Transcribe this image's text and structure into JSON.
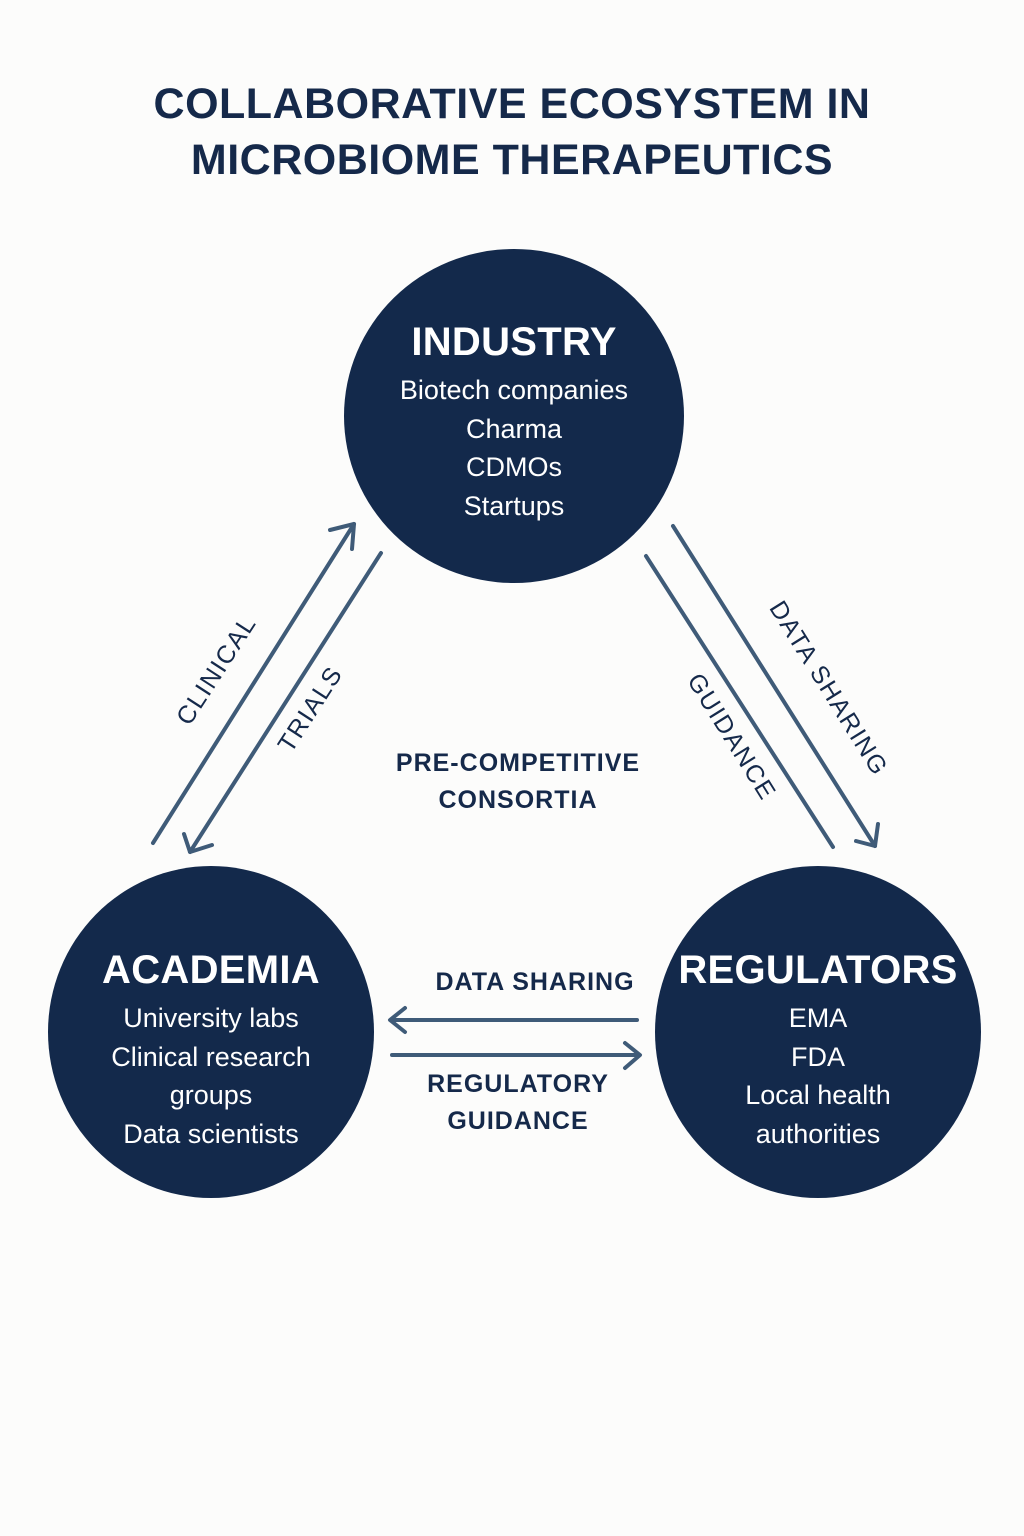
{
  "title": {
    "line1": "COLLABORATIVE ECOSYSTEM IN",
    "line2": "MICROBIOME THERAPEUTICS"
  },
  "colors": {
    "node_fill": "#13294b",
    "node_text": "#ffffff",
    "arrow": "#3f5b78",
    "text": "#15294a",
    "background": "#fcfcfb"
  },
  "nodes": {
    "industry": {
      "heading": "INDUSTRY",
      "items": [
        "Biotech companies",
        "Charma",
        "CDMOs",
        "Startups"
      ]
    },
    "academia": {
      "heading": "ACADEMIA",
      "items": [
        "University labs",
        "Clinical research",
        "groups",
        "Data scientists"
      ]
    },
    "regulators": {
      "heading": "REGULATORS",
      "items": [
        "EMA",
        "FDA",
        "Local health",
        "authorities"
      ]
    }
  },
  "links": {
    "academia_industry": {
      "label_a": "CLINICAL",
      "label_b": "TRIALS"
    },
    "industry_regulators": {
      "label_a": "DATA SHARING",
      "label_b": "GUIDANCE"
    },
    "academia_regulators": {
      "label_top": "DATA SHARING",
      "label_bottom_1": "REGULATORY",
      "label_bottom_2": "GUIDANCE"
    }
  },
  "center_label": {
    "line1": "PRE-COMPETITIVE",
    "line2": "CONSORTIA"
  }
}
